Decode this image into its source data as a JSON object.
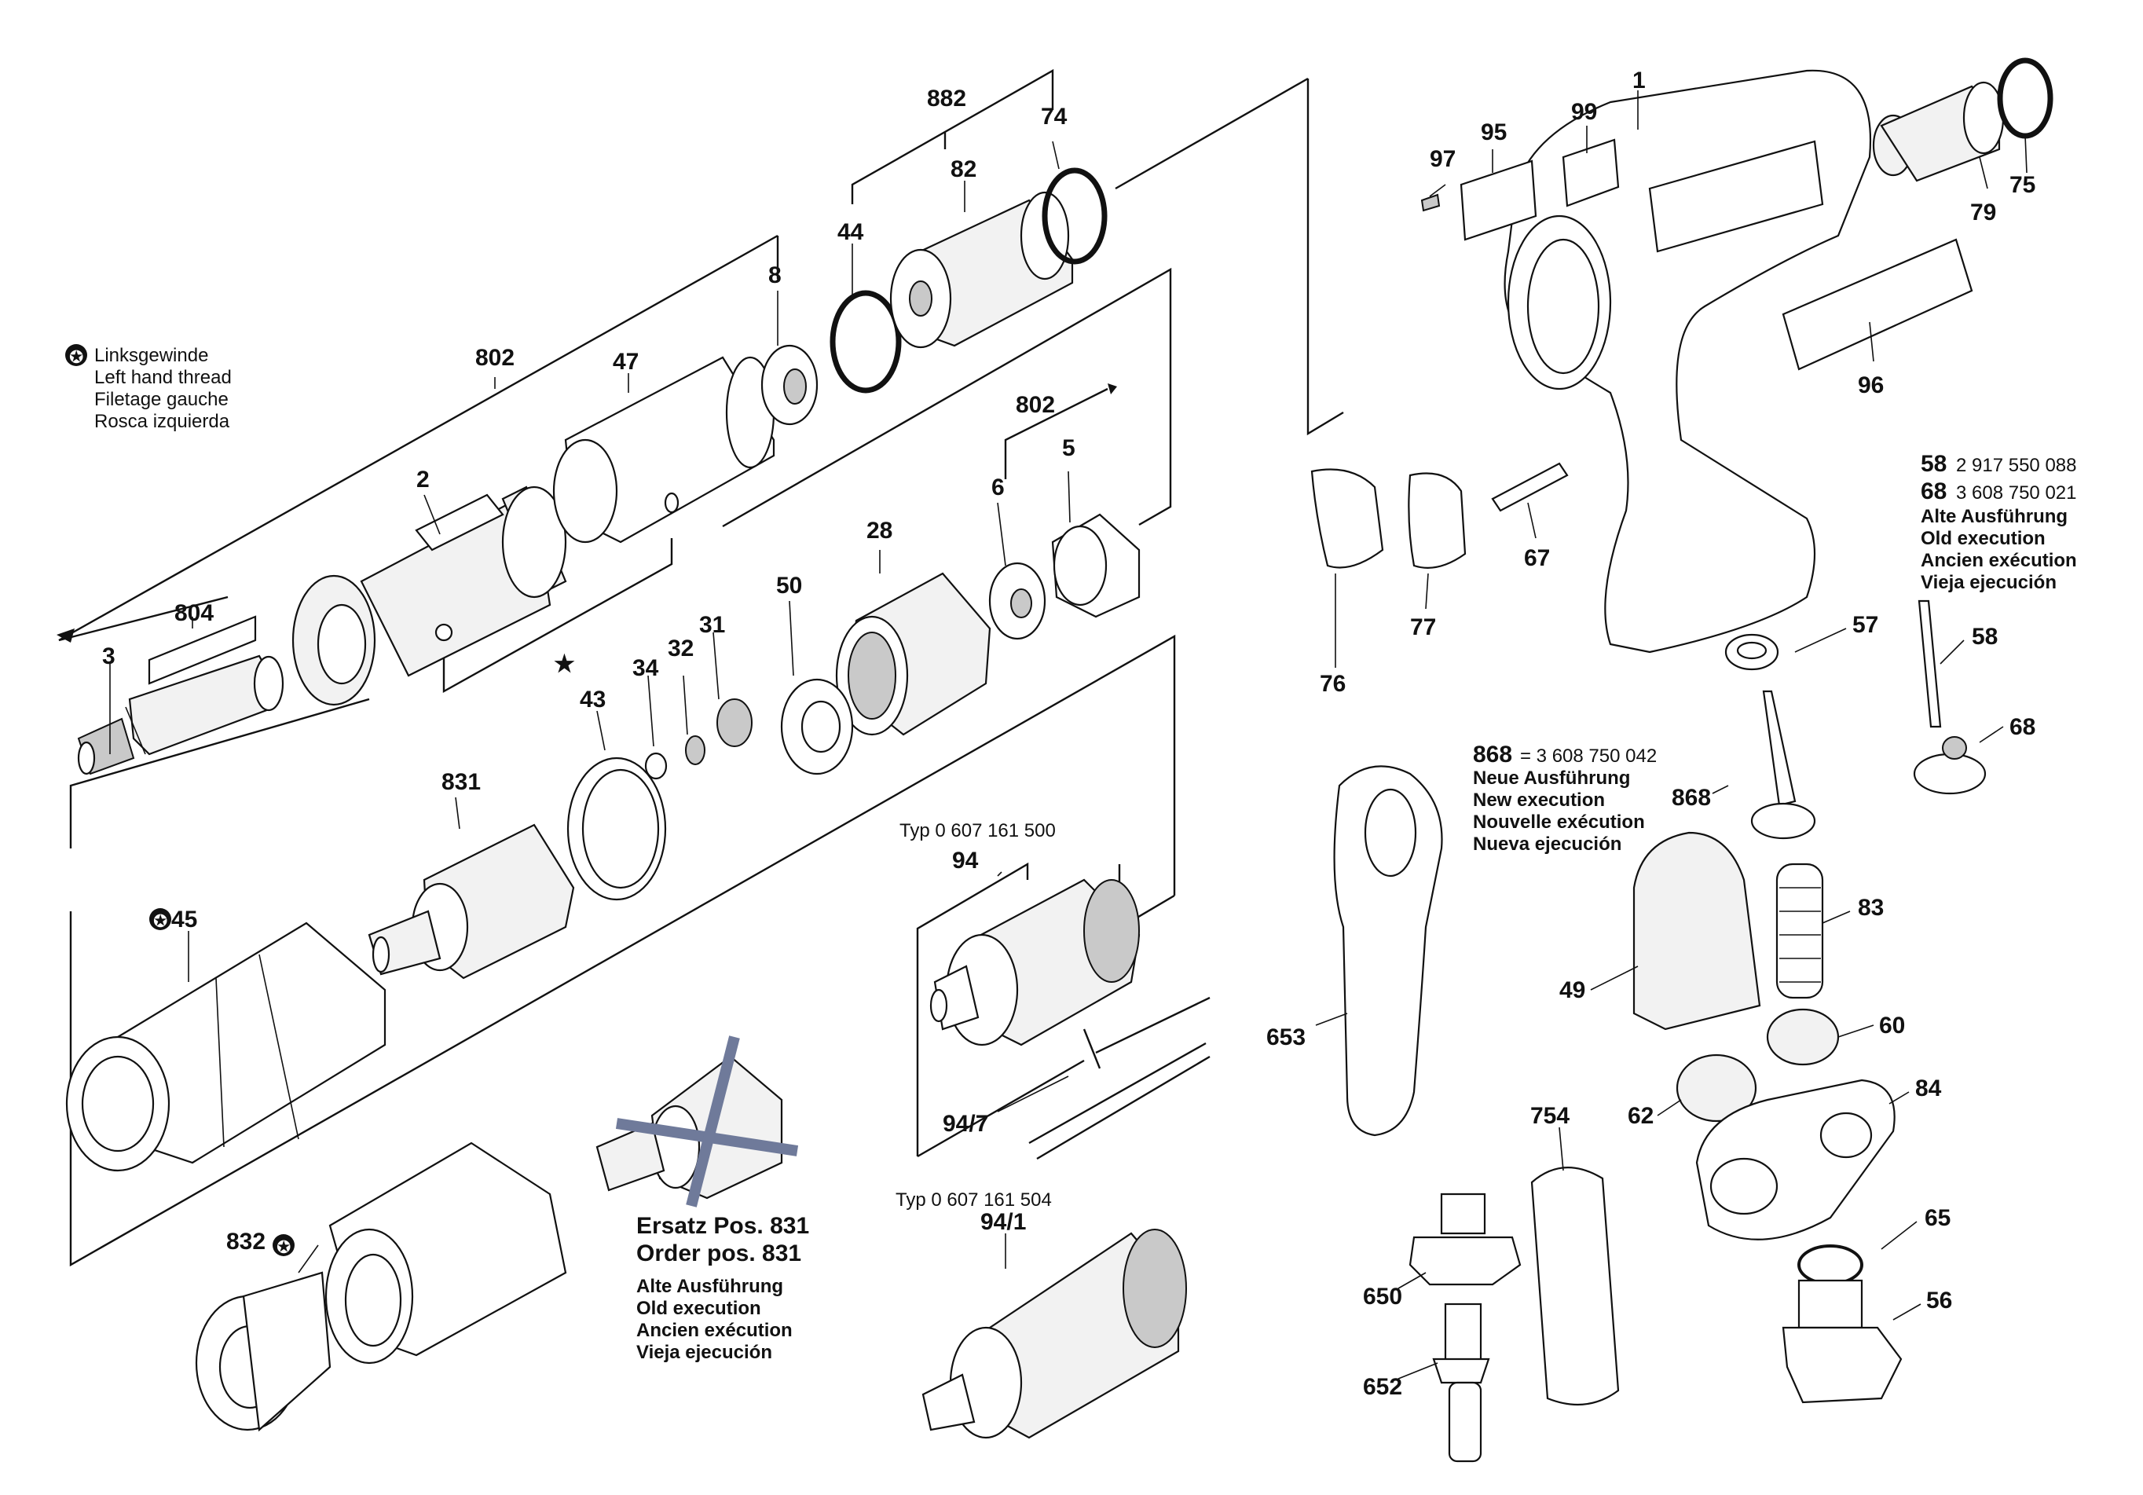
{
  "legend": {
    "symbol": "✪",
    "lines": [
      "Linksgewinde",
      "Left hand thread",
      "Filetage gauche",
      "Rosca izquierda"
    ]
  },
  "labels": {
    "p1": "1",
    "p2": "2",
    "p3": "3",
    "p5": "5",
    "p6": "6",
    "p8": "8",
    "p28": "28",
    "p31": "31",
    "p32": "32",
    "p34": "34",
    "p43": "43",
    "p44": "44",
    "p45": "45",
    "p47": "47",
    "p49": "49",
    "p50": "50",
    "p56": "56",
    "p57": "57",
    "p58": "58",
    "p60": "60",
    "p62": "62",
    "p65": "65",
    "p67": "67",
    "p68": "68",
    "p74": "74",
    "p75": "75",
    "p76": "76",
    "p77": "77",
    "p79": "79",
    "p82": "82",
    "p83": "83",
    "p84": "84",
    "p94": "94",
    "p941": "94/1",
    "p947": "94/7",
    "p95": "95",
    "p96": "96",
    "p97": "97",
    "p99": "99",
    "p650": "650",
    "p652": "652",
    "p653": "653",
    "p754": "754",
    "p802a": "802",
    "p802b": "802",
    "p804": "804",
    "p831": "831",
    "p832": "832",
    "p868": "868",
    "p882": "882"
  },
  "star_mark": "★",
  "old_exec_58_68": {
    "l58_num": "58",
    "l58_code": "2 917 550 088",
    "l68_num": "68",
    "l68_code": "3 608 750 021",
    "lines": [
      "Alte Ausführung",
      "Old execution",
      "Ancien exécution",
      "Vieja ejecución"
    ]
  },
  "new_exec_868": {
    "num": "868",
    "code": "= 3 608 750 042",
    "lines": [
      "Neue Ausführung",
      "New execution",
      "Nouvelle exécution",
      "Nueva ejecución"
    ]
  },
  "replacement_831": {
    "lines_bold": [
      "Ersatz Pos. 831",
      "Order pos. 831"
    ],
    "lines": [
      "Alte Ausführung",
      "Old execution",
      "Ancien exécution",
      "Vieja ejecución"
    ]
  },
  "type_labels": {
    "typ500": "Typ 0 607 161 500",
    "typ504": "Typ 0 607 161 504"
  }
}
